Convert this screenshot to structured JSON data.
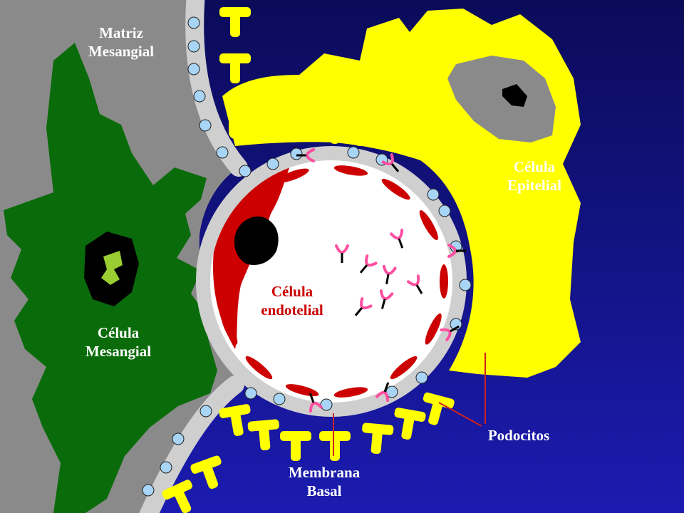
{
  "colors": {
    "background_top": "#0b0b5a",
    "background_bottom": "#1b1bb0",
    "mesangial_matrix": "#8a8a8a",
    "mesangial_cell": "#0a6b0a",
    "epithelial_cell": "#ffff00",
    "endothelial_cell": "#cc0000",
    "basal_membrane": "#cfcfcf",
    "pore": "#a8d4f5",
    "receptor": "#ff4fa0",
    "nucleus": "#000000",
    "chromatin_green": "#9acd32",
    "text_light": "#ffffff",
    "text_dark": "#222222",
    "text_red": "#cc0000",
    "pointer": "#cc2222"
  },
  "labels": {
    "matriz_line1": "Matriz",
    "matriz_line2": "Mesangial",
    "celula_mesangial_line1": "Célula",
    "celula_mesangial_line2": "Mesangial",
    "celula_endotelial_line1": "Célula",
    "celula_endotelial_line2": "endotelial",
    "celula_epitelial_line1": "Célula",
    "celula_epitelial_line2": "Epitelial",
    "podocitos": "Podocitos",
    "membrana_line1": "Membrana",
    "membrana_line2": "Basal"
  }
}
